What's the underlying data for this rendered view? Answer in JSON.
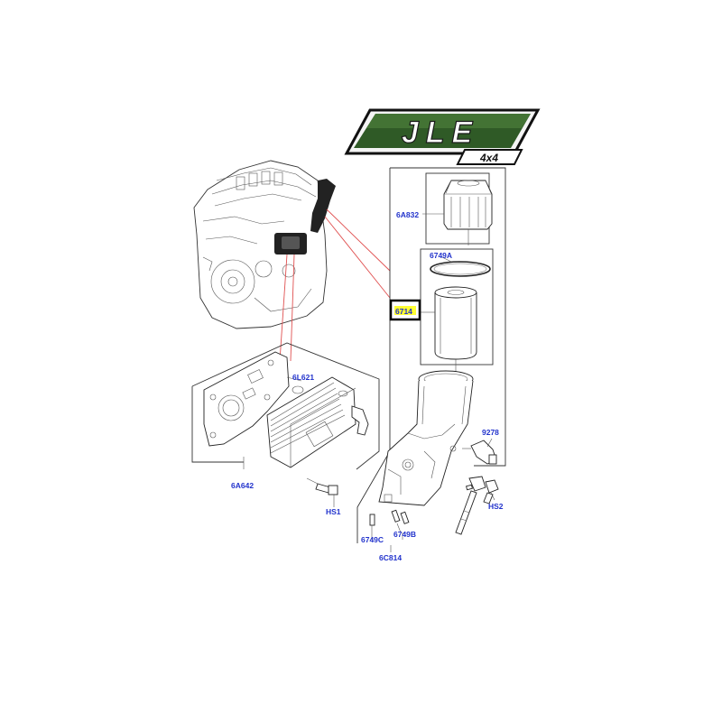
{
  "logo": {
    "brand": "JLE",
    "sub": "4x4"
  },
  "labels": {
    "6A832": "6A832",
    "6749A": "6749A",
    "6714": "6714",
    "6L621": "6L621",
    "9278": "9278",
    "6A642": "6A642",
    "HS1": "HS1",
    "HS2": "HS2",
    "6749C": "6749C",
    "6749B": "6749B",
    "6C814": "6C814"
  },
  "highlighted_part": "6714",
  "colors": {
    "label": "#2233cc",
    "highlight_fill": "#ffff33",
    "logo_green": "#2f5a26",
    "callout_red": "#e05050"
  }
}
